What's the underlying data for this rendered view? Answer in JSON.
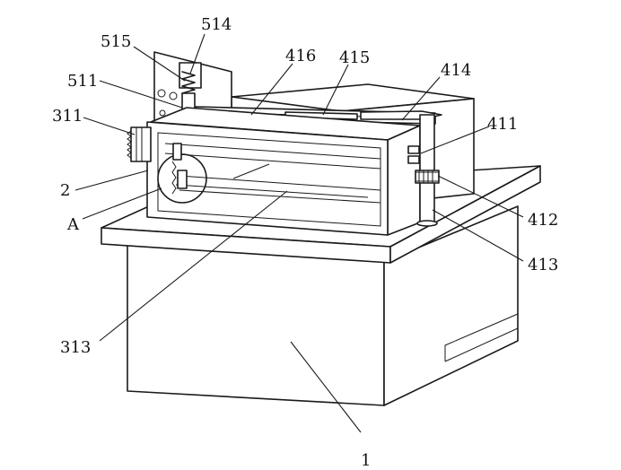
{
  "figure": {
    "labels": [
      {
        "id": "514",
        "text": "514"
      },
      {
        "id": "515",
        "text": "515"
      },
      {
        "id": "416",
        "text": "416"
      },
      {
        "id": "415",
        "text": "415"
      },
      {
        "id": "414",
        "text": "414"
      },
      {
        "id": "511",
        "text": "511"
      },
      {
        "id": "311",
        "text": "311"
      },
      {
        "id": "411",
        "text": "411"
      },
      {
        "id": "2",
        "text": "2"
      },
      {
        "id": "A",
        "text": "A"
      },
      {
        "id": "412",
        "text": "412"
      },
      {
        "id": "413",
        "text": "413"
      },
      {
        "id": "313",
        "text": "313"
      },
      {
        "id": "1",
        "text": "1"
      }
    ]
  }
}
